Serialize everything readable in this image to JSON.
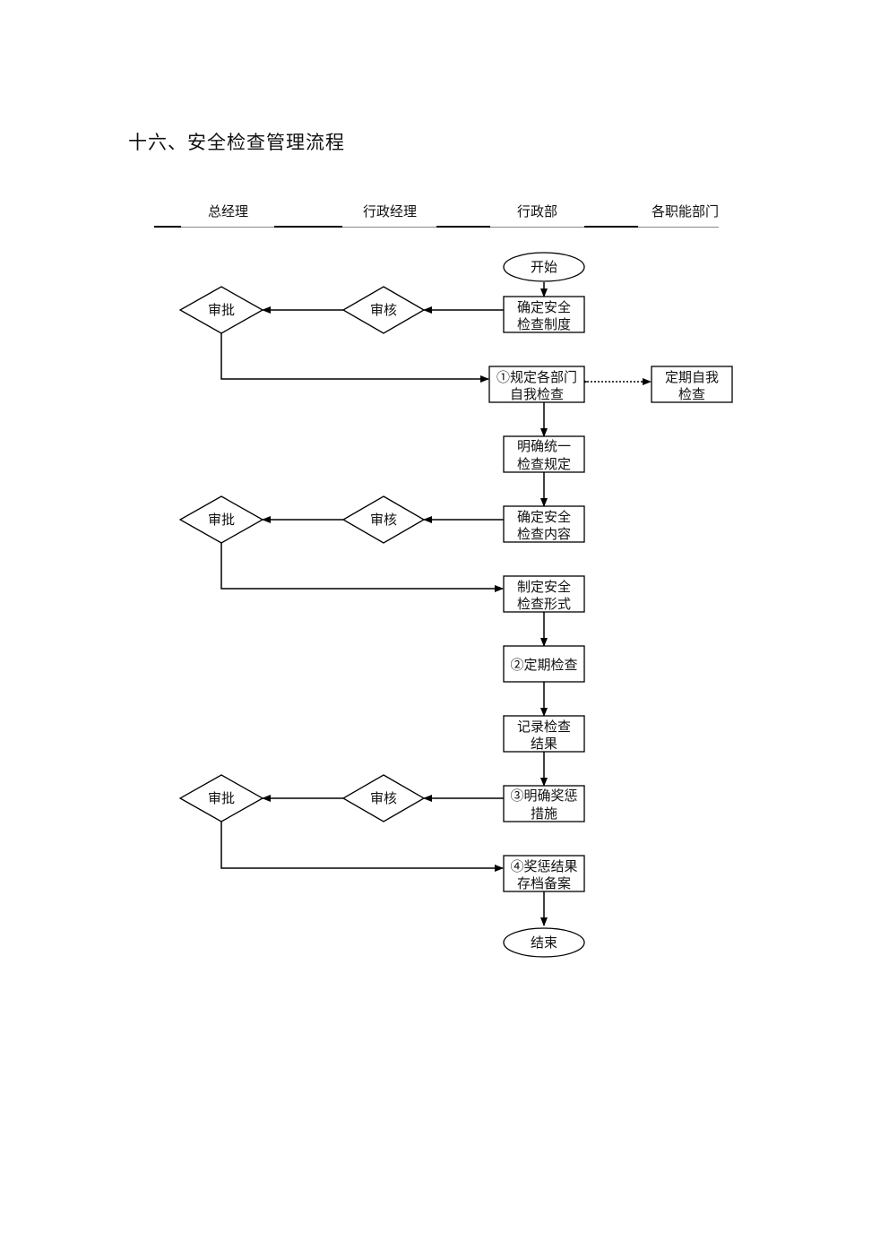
{
  "title": "十六、安全检查管理流程",
  "lanes": [
    "总经理",
    "行政经理",
    "行政部",
    "各职能部门"
  ],
  "nodes": {
    "start": "开始",
    "n1": [
      "确定安全",
      "检查制度"
    ],
    "rev1": "审核",
    "app1": "审批",
    "n2": [
      "①规定各部门",
      "自我检查"
    ],
    "side": [
      "定期自我",
      "检查"
    ],
    "n3": [
      "明确统一",
      "检查规定"
    ],
    "n4": [
      "确定安全",
      "检查内容"
    ],
    "rev2": "审核",
    "app2": "审批",
    "n5": [
      "制定安全",
      "检查形式"
    ],
    "n6": "②定期检查",
    "n7": [
      "记录检查",
      "结果"
    ],
    "n8": [
      "③明确奖惩",
      "措施"
    ],
    "rev3": "审核",
    "app3": "审批",
    "n9": [
      "④奖惩结果",
      "存档备案"
    ],
    "end": "结束"
  }
}
